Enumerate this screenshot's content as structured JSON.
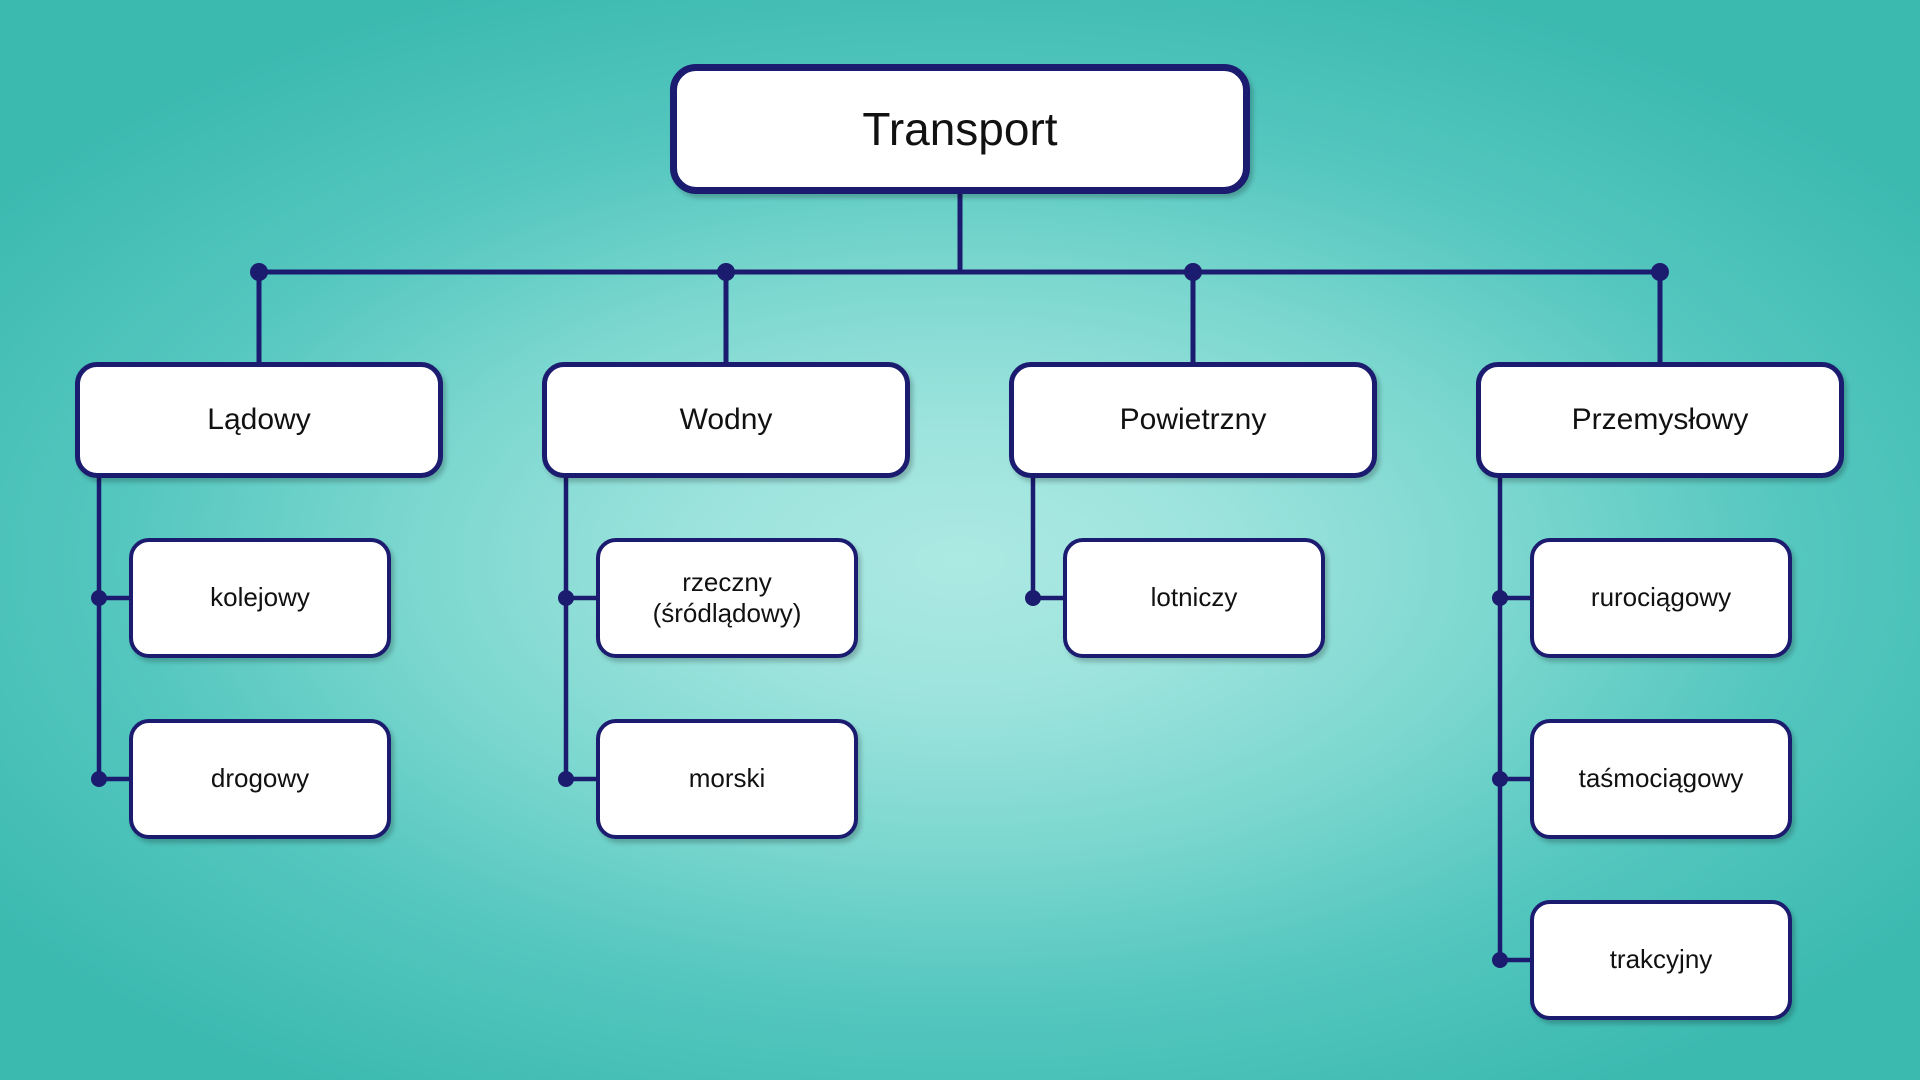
{
  "diagram": {
    "title_text": "Transport",
    "type": "hierarchy-tree",
    "language": "pl",
    "colors": {
      "box_fill": "#ffffff",
      "box_border": "#1b1b6f",
      "connector": "#1b1b6f",
      "background_center": "#ace9e3",
      "background_edge": "#3bbab0",
      "text": "#111111"
    },
    "root": {
      "label": "Transport"
    },
    "branches": [
      {
        "key": "ladowy",
        "label": "Lądowy",
        "children": [
          {
            "key": "kolejowy",
            "label": "kolejowy"
          },
          {
            "key": "drogowy",
            "label": "drogowy"
          }
        ]
      },
      {
        "key": "wodny",
        "label": "Wodny",
        "children": [
          {
            "key": "rzeczny",
            "label": "rzeczny\n(śródlądowy)"
          },
          {
            "key": "morski",
            "label": "morski"
          }
        ]
      },
      {
        "key": "powietrzny",
        "label": "Powietrzny",
        "children": [
          {
            "key": "lotniczy",
            "label": "lotniczy"
          }
        ]
      },
      {
        "key": "przemyslowy",
        "label": "Przemysłowy",
        "children": [
          {
            "key": "rurociagowy",
            "label": "rurociągowy"
          },
          {
            "key": "tasmociagowy",
            "label": "taśmociągowy"
          },
          {
            "key": "trakcyjny",
            "label": "trakcyjny"
          }
        ]
      }
    ]
  }
}
